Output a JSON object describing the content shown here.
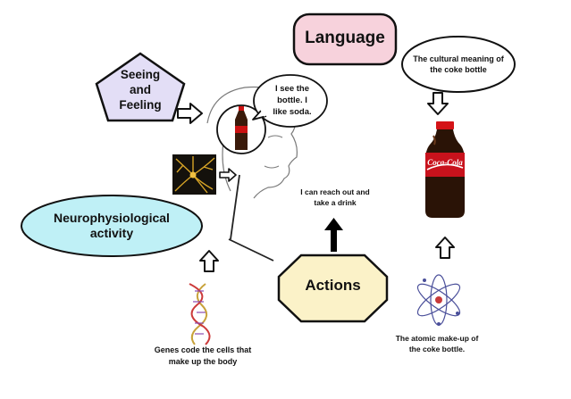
{
  "nodes": {
    "seeing_feeling": "Seeing and Feeling",
    "language": "Language",
    "neurophysiological": "Neurophysiological activity",
    "actions": "Actions"
  },
  "texts": {
    "speech": "I see the bottle. I like soda.",
    "cultural_meaning": "The cultural meaning of the coke bottle",
    "reach_out": "I can reach out and take a drink",
    "genes": "Genes code the cells that make up the body",
    "atomic": "The atomic make-up of the coke bottle."
  },
  "colors": {
    "pentagon_fill": "#e3def6",
    "language_fill": "#f7d2dc",
    "ellipse_fill": "#bff0f6",
    "octagon_fill": "#fbf2c8",
    "bottle_red": "#c8121c",
    "cola_dark": "#2a1306"
  }
}
